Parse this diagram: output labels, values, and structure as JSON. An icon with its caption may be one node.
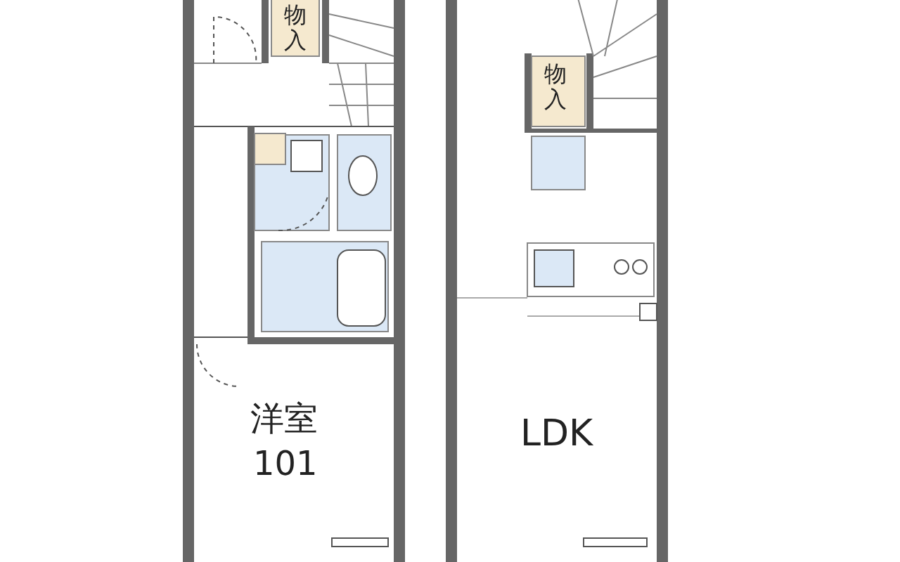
{
  "diagram": {
    "labels": [
      "物入",
      "物入",
      "洋室",
      "101",
      "LDK"
    ]
  }
}
